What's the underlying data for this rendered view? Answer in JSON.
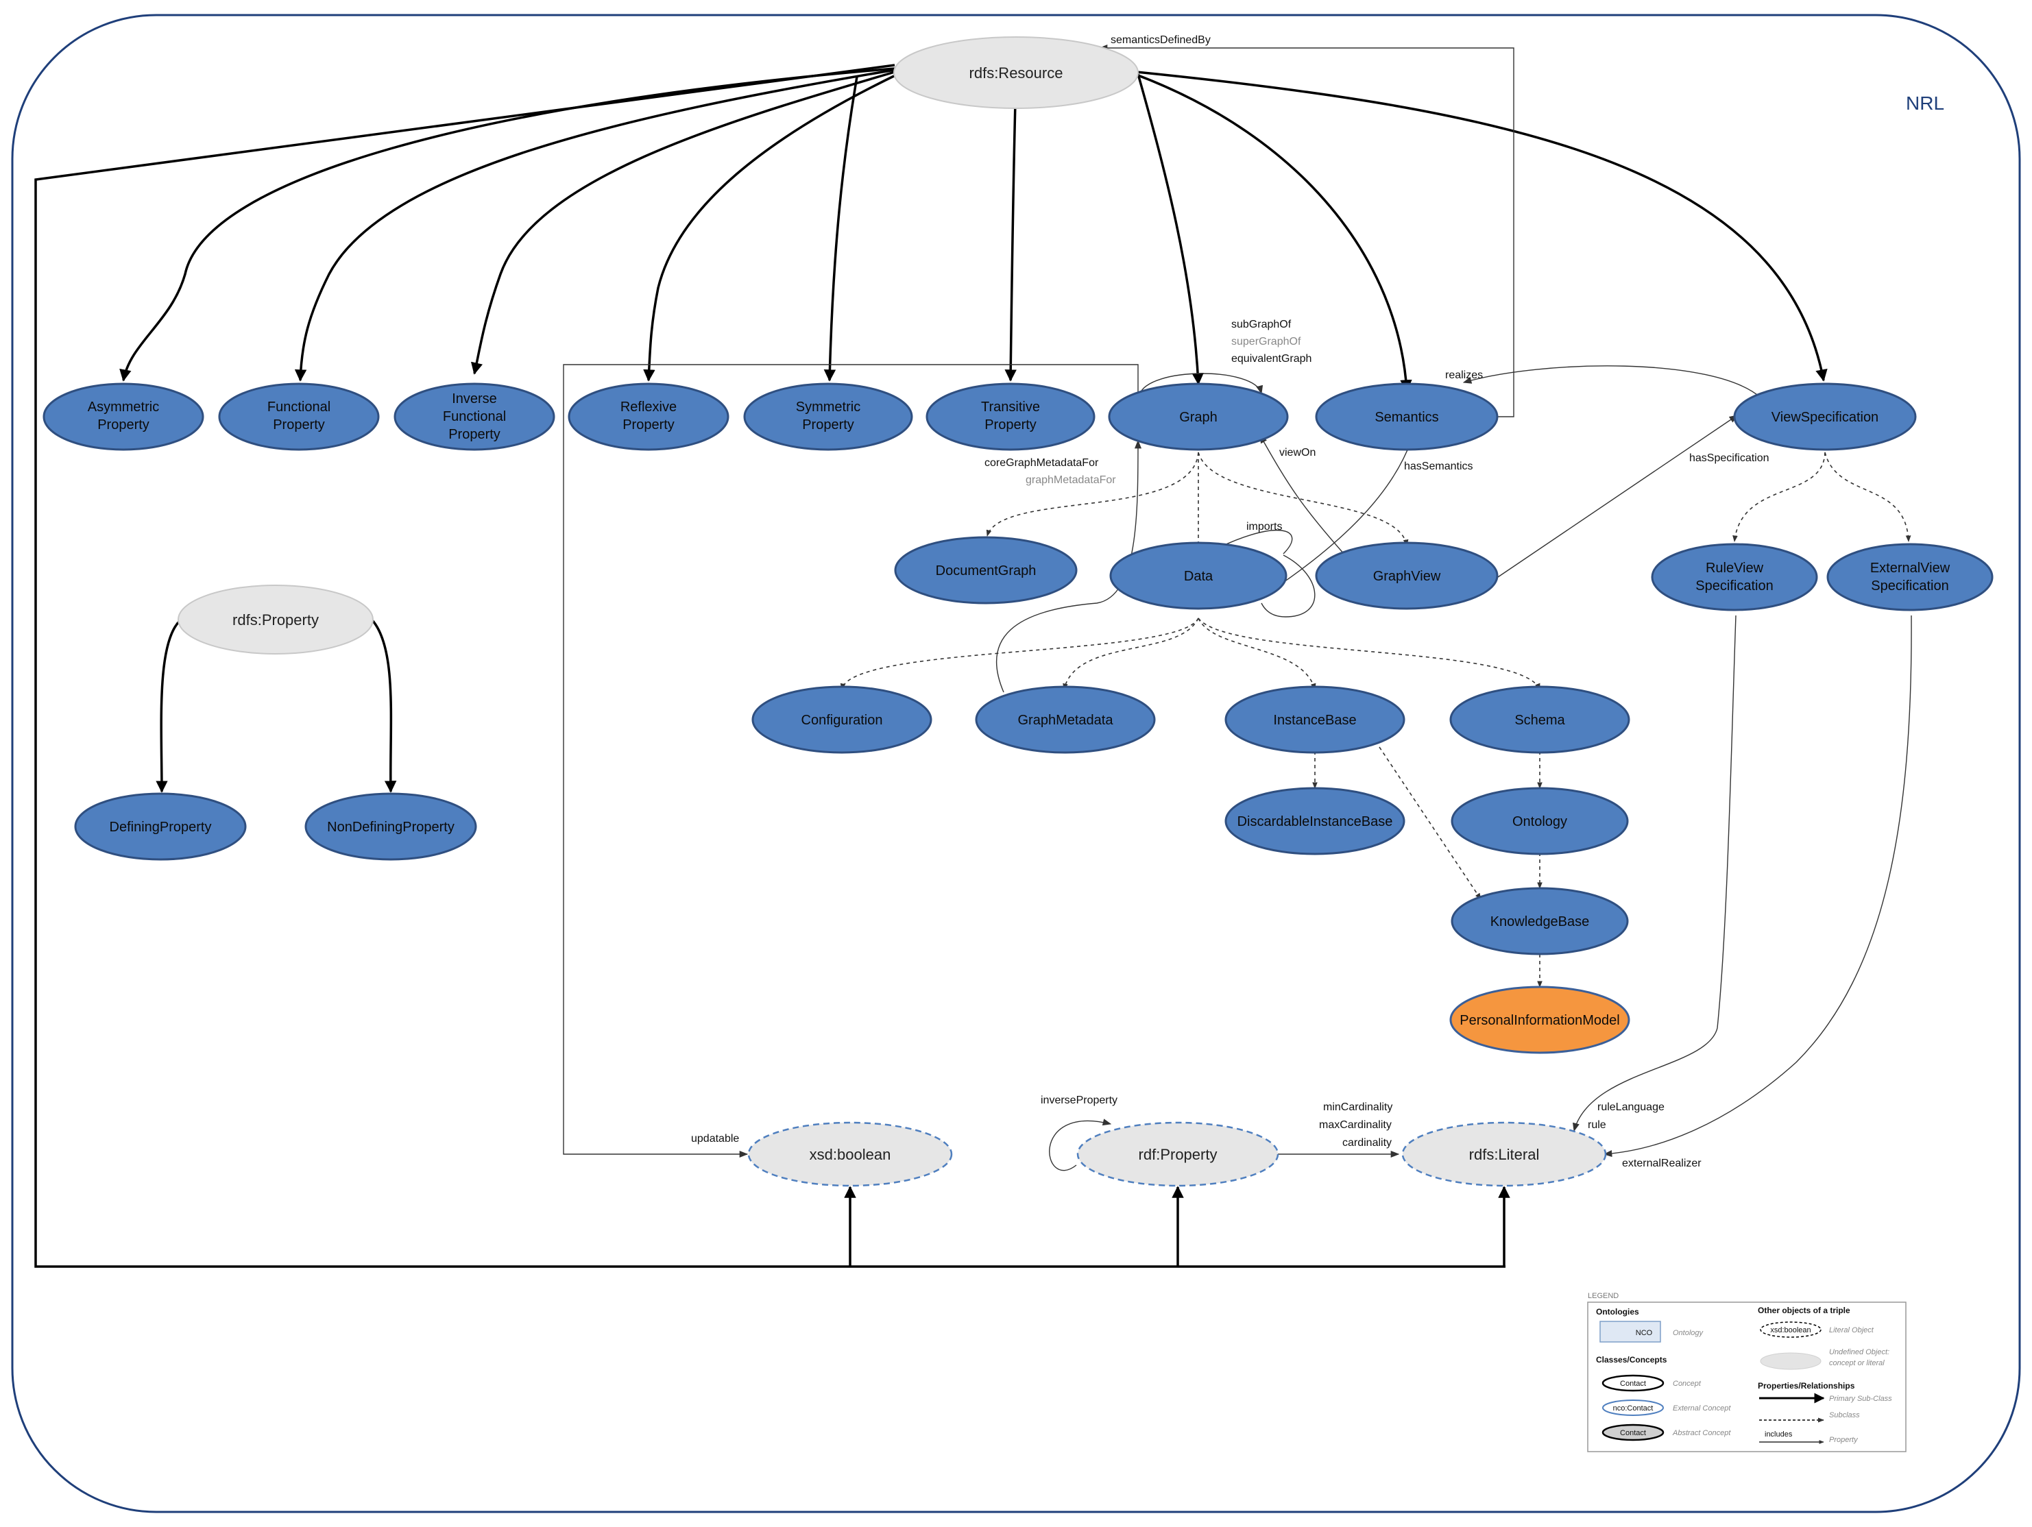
{
  "frame": {
    "title": "NRL"
  },
  "nodes": {
    "rdfs_resource": "rdfs:Resource",
    "asymmetric": [
      "Asymmetric",
      "Property"
    ],
    "functional": [
      "Functional",
      "Property"
    ],
    "inverse_functional": [
      "Inverse",
      "Functional",
      "Property"
    ],
    "reflexive": [
      "Reflexive",
      "Property"
    ],
    "symmetric": [
      "Symmetric",
      "Property"
    ],
    "transitive": [
      "Transitive",
      "Property"
    ],
    "graph": "Graph",
    "semantics": "Semantics",
    "view_specification": "ViewSpecification",
    "document_graph": "DocumentGraph",
    "data": "Data",
    "graph_view": "GraphView",
    "rule_view_spec": [
      "RuleView",
      "Specification"
    ],
    "external_view_spec": [
      "ExternalView",
      "Specification"
    ],
    "rdfs_property": "rdfs:Property",
    "defining_property": "DefiningProperty",
    "non_defining_property": "NonDefiningProperty",
    "configuration": "Configuration",
    "graph_metadata": "GraphMetadata",
    "instance_base": "InstanceBase",
    "schema": "Schema",
    "discardable_instance_base": "DiscardableInstanceBase",
    "ontology": "Ontology",
    "knowledge_base": "KnowledgeBase",
    "personal_information_model": "PersonalInformationModel",
    "xsd_boolean": "xsd:boolean",
    "rdf_property": "rdf:Property",
    "rdfs_literal": "rdfs:Literal"
  },
  "edge_labels": {
    "semantics_defined_by": "semanticsDefinedBy",
    "sub_graph_of": "subGraphOf",
    "super_graph_of": "superGraphOf",
    "equivalent_graph": "equivalentGraph",
    "realizes": "realizes",
    "core_graph_metadata_for": "coreGraphMetadataFor",
    "graph_metadata_for": "graphMetadataFor",
    "view_on": "viewOn",
    "has_semantics": "hasSemantics",
    "has_specification": "hasSpecification",
    "imports": "imports",
    "updatable": "updatable",
    "inverse_property": "inverseProperty",
    "min_cardinality": "minCardinality",
    "max_cardinality": "maxCardinality",
    "cardinality": "cardinality",
    "rule_language": "ruleLanguage",
    "rule": "rule",
    "external_realizer": "externalRealizer"
  },
  "legend": {
    "title": "LEGEND",
    "ontologies_head": "Ontologies",
    "ontology_sample": "NCO",
    "ontology_desc": "Ontology",
    "classes_head": "Classes/Concepts",
    "concept_sample": "Contact",
    "concept_desc": "Concept",
    "external_sample": "nco:Contact",
    "external_desc": "External Concept",
    "abstract_sample": "Contact",
    "abstract_desc": "Abstract Concept",
    "other_head": "Other objects of a triple",
    "literal_sample": "xsd:boolean",
    "literal_desc": "Literal Object",
    "undefined_desc_1": "Undefined Object:",
    "undefined_desc_2": "concept or literal",
    "props_head": "Properties/Relationships",
    "primary_desc": "Primary Sub-Class",
    "subclass_desc": "Subclass",
    "includes_sample": "includes",
    "property_desc": "Property"
  }
}
